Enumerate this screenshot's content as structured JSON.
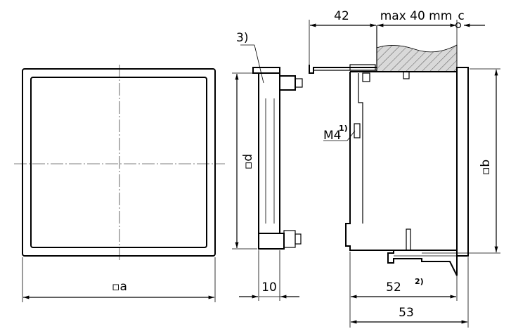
{
  "labels": {
    "dim_42": "42",
    "dim_max40": "max 40 mm",
    "dim_c": "c",
    "note_3": "3)",
    "m4": "M4",
    "m4_note": "1)",
    "dim_d": "▫d",
    "dim_b": "▫b",
    "dim_a": "▫a",
    "dim_10": "10",
    "dim_52": "52",
    "dim_52_note": "2)",
    "dim_53": "53"
  },
  "colors": {
    "line": "#000000",
    "background": "#ffffff",
    "wall_hatch": "#d9d9d9"
  }
}
